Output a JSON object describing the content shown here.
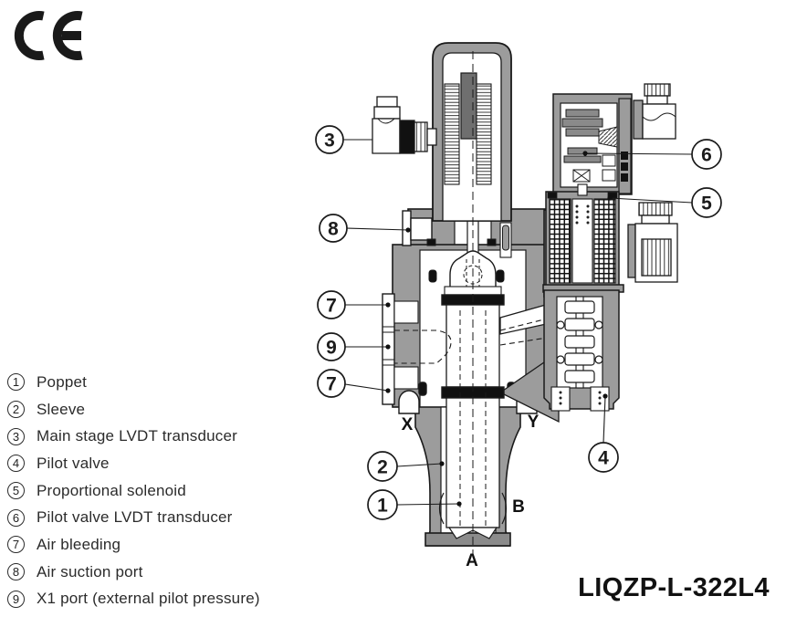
{
  "marks": {
    "ce": "CE"
  },
  "legend": {
    "items": [
      {
        "num": "1",
        "label": "Poppet"
      },
      {
        "num": "2",
        "label": "Sleeve"
      },
      {
        "num": "3",
        "label": "Main stage LVDT transducer"
      },
      {
        "num": "4",
        "label": "Pilot valve"
      },
      {
        "num": "5",
        "label": "Proportional solenoid"
      },
      {
        "num": "6",
        "label": "Pilot valve LVDT transducer"
      },
      {
        "num": "7",
        "label": "Air bleeding"
      },
      {
        "num": "8",
        "label": "Air suction port"
      },
      {
        "num": "9",
        "label": "X1 port (external pilot pressure)"
      }
    ]
  },
  "callouts": {
    "c1": "1",
    "c2": "2",
    "c3": "3",
    "c4": "4",
    "c5": "5",
    "c6": "6",
    "c7a": "7",
    "c7b": "7",
    "c8": "8",
    "c9": "9"
  },
  "ports": {
    "x": "X",
    "y": "Y",
    "a": "A",
    "b": "B"
  },
  "model": "LIQZP-L-322L4",
  "colors": {
    "body_gray": "#9c9c9c",
    "dark_gray": "#6f6f6f",
    "outline": "#1a1a1a",
    "seal_black": "#111111",
    "background": "#ffffff"
  }
}
